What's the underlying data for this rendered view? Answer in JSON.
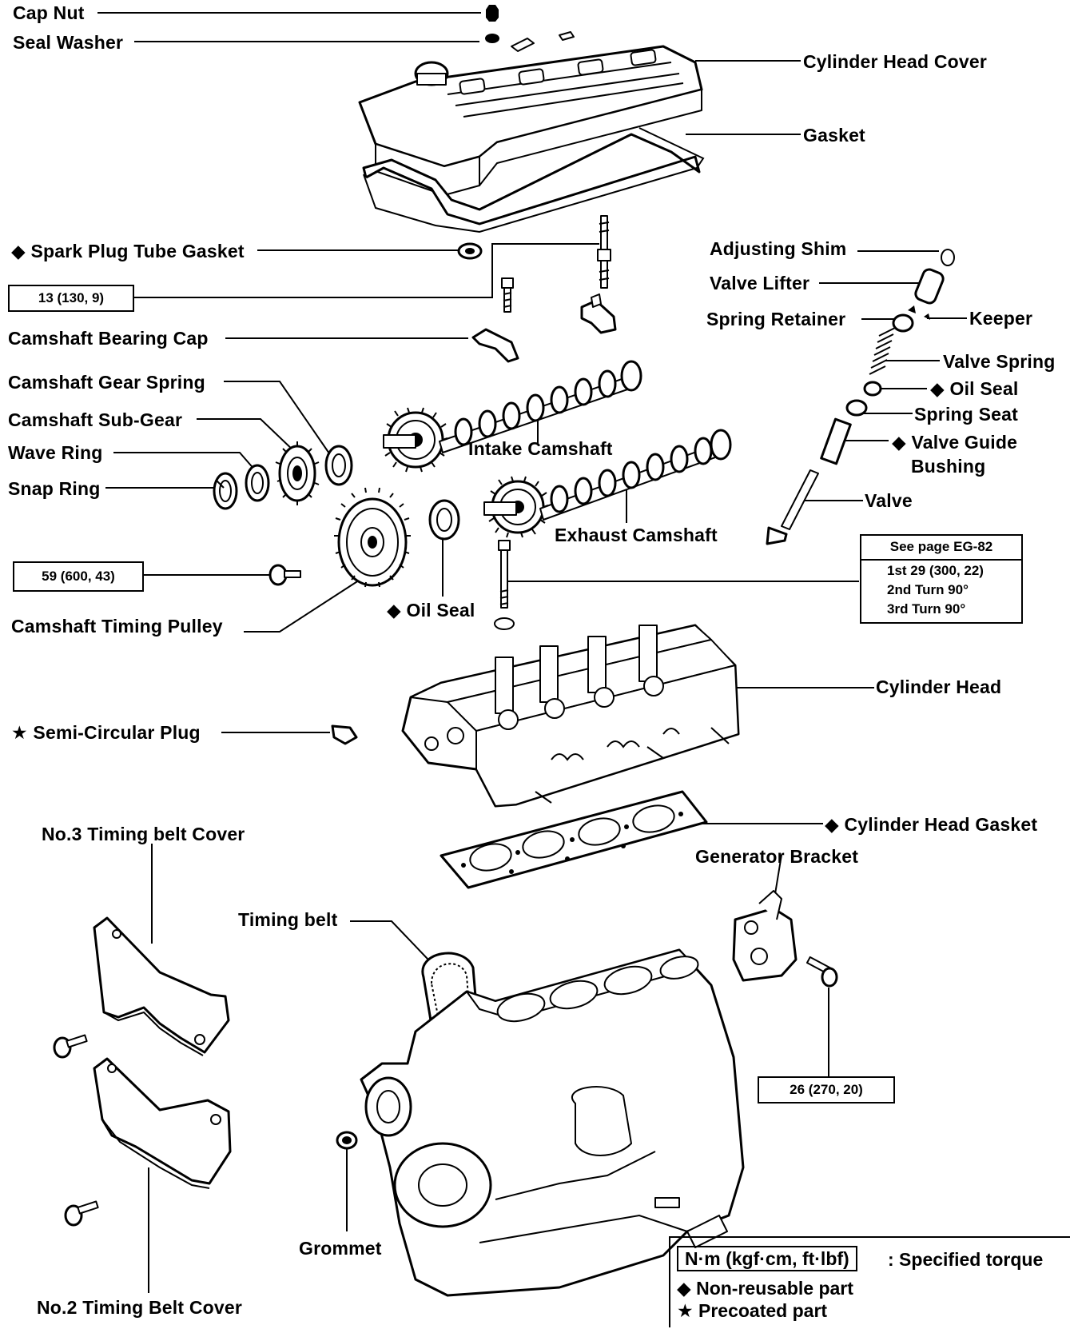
{
  "labels": {
    "cap_nut": "Cap Nut",
    "seal_washer": "Seal Washer",
    "cylinder_head_cover": "Cylinder Head Cover",
    "gasket": "Gasket",
    "spark_plug_tube_gasket": "◆ Spark Plug Tube Gasket",
    "camshaft_bearing_cap": "Camshaft Bearing Cap",
    "camshaft_gear_spring": "Camshaft Gear Spring",
    "camshaft_sub_gear": "Camshaft Sub-Gear",
    "wave_ring": "Wave Ring",
    "snap_ring": "Snap Ring",
    "intake_camshaft": "Intake Camshaft",
    "exhaust_camshaft": "Exhaust Camshaft",
    "camshaft_timing_pulley": "Camshaft Timing Pulley",
    "oil_seal_cam": "◆ Oil Seal",
    "adjusting_shim": "Adjusting Shim",
    "valve_lifter": "Valve Lifter",
    "spring_retainer": "Spring Retainer",
    "keeper": "Keeper",
    "valve_spring": "Valve Spring",
    "oil_seal_valve": "◆ Oil Seal",
    "spring_seat": "Spring Seat",
    "valve_guide_bushing_1": "◆ Valve Guide",
    "valve_guide_bushing_2": "Bushing",
    "valve": "Valve",
    "cylinder_head": "Cylinder Head",
    "semi_circular_plug": "★ Semi-Circular Plug",
    "cylinder_head_gasket": "◆ Cylinder Head Gasket",
    "generator_bracket": "Generator Bracket",
    "no3_timing_belt_cover": "No.3 Timing belt Cover",
    "timing_belt": "Timing belt",
    "grommet": "Grommet",
    "no2_timing_belt_cover": "No.2 Timing Belt Cover"
  },
  "torque": {
    "bearing_cap_bolt": "13 (130, 9)",
    "pulley_bolt": "59 (600, 43)",
    "generator_bracket_bolt": "26 (270, 20)",
    "head_bolt": {
      "header": "See page EG-82",
      "rows": [
        "1st   29 (300, 22)",
        "2nd  Turn 90°",
        "3rd  Turn 90°"
      ]
    }
  },
  "legend": {
    "unit": "N·m (kgf·cm, ft·lbf)",
    "unit_desc": ":  Specified torque",
    "non_reusable": "◆ Non-reusable part",
    "precoated": "★ Precoated part"
  }
}
